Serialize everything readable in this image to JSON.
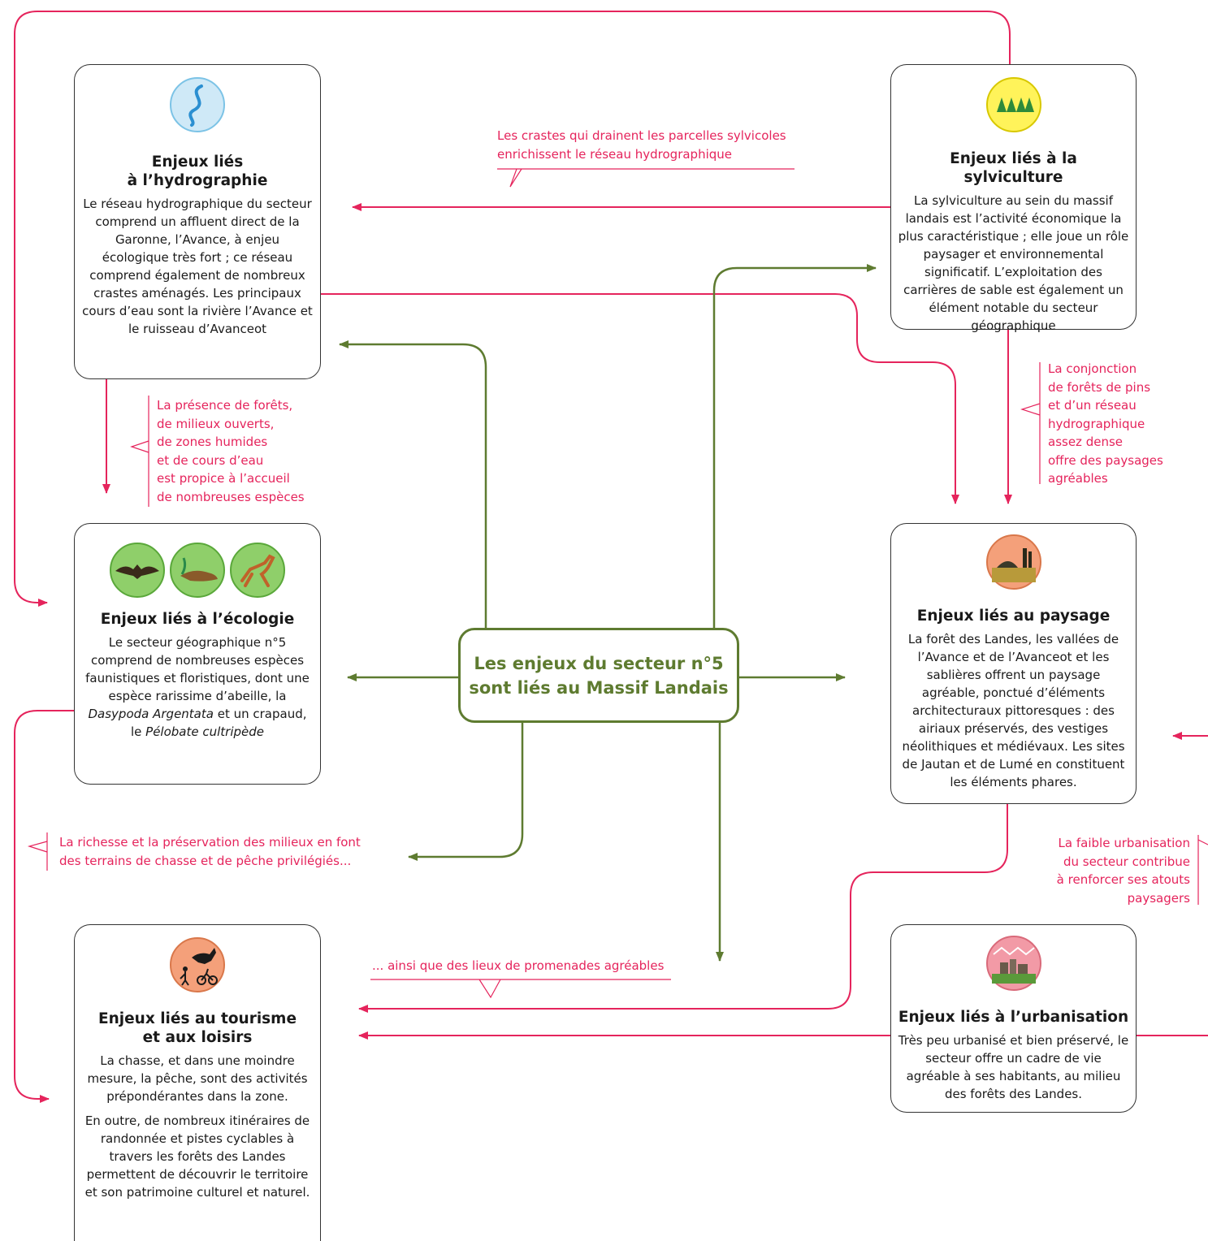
{
  "colors": {
    "red": "#e5245c",
    "green": "#5e7b30",
    "border": "#333333"
  },
  "center": {
    "line1": "Les enjeux du secteur n°5",
    "line2": "sont liés au Massif Landais"
  },
  "boxes": {
    "hydro": {
      "title1": "Enjeux liés",
      "title2": "à l’hydrographie",
      "text": "Le réseau hydrographique du secteur comprend un affluent direct de la Garonne, l’Avance, à enjeu écologique très fort ; ce réseau comprend également de nombreux crastes aménagés. Les principaux cours d’eau sont la rivière l’Avance et le ruisseau d’Avanceot",
      "icon": "water-icon"
    },
    "sylvi": {
      "title": "Enjeux liés à la sylviculture",
      "text": "La sylviculture au sein du massif landais est l’activité économique la plus caractéristique ; elle joue un rôle paysager et environnemental significatif. L’exploitation des carrières de sable est également un élément notable du secteur géographique",
      "icon": "pine-trees-icon"
    },
    "eco": {
      "title": "Enjeux liés à l’écologie",
      "text_a": "Le secteur géographique n°5 comprend de nombreuses espèces faunistiques et floristiques, dont une espèce rarissime d’abeille, la ",
      "italic1": "Dasypoda Argentata",
      "text_b": " et un crapaud, le ",
      "italic2": "Pélobate cultripède",
      "icons": [
        "bat-icon",
        "otter-icon",
        "deer-icon"
      ]
    },
    "paysage": {
      "title": "Enjeux liés au paysage",
      "text": "La forêt des Landes, les vallées de l’Avance et de l’Avanceot et les sablières offrent un paysage agréable, ponctué d’éléments architecturaux pittoresques : des airiaux préservés, des vestiges néolithiques et médiévaux. Les sites de Jautan et de Lumé en constituent les éléments phares.",
      "icon": "landscape-icon"
    },
    "tourisme": {
      "title1": "Enjeux liés au tourisme",
      "title2": "et aux loisirs",
      "p1": "La chasse, et dans une moindre mesure, la pêche, sont des activités prépondérantes dans la zone.",
      "p2": "En outre, de nombreux itinéraires de randonnée et pistes cyclables à travers les forêts des Landes permettent de découvrir le territoire et son patrimoine culturel et naturel.",
      "icon": "horse-rider-icon"
    },
    "urba": {
      "title": "Enjeux liés à l’urbanisation",
      "text": "Très peu urbanisé et bien préservé, le secteur offre un cadre de vie agréable à ses habitants, au milieu des forêts des Landes.",
      "icon": "town-icon"
    }
  },
  "notes": {
    "crastes": [
      "Les crastes qui drainent les parcelles sylvicoles",
      "enrichissent le réseau hydrographique"
    ],
    "presence": [
      "La présence de forêts,",
      "de milieux ouverts,",
      "de zones humides",
      "et de cours d’eau",
      "est propice à l’accueil",
      "de nombreuses espèces"
    ],
    "conjonction": [
      "La conjonction",
      "de forêts de pins",
      "et d’un réseau",
      "hydrographique",
      "assez dense",
      "offre des paysages",
      "agréables"
    ],
    "richesse": [
      "La richesse et la préservation des milieux en font",
      "des terrains de chasse et de pêche privilégiés..."
    ],
    "faible": [
      "La faible urbanisation",
      "du secteur contribue",
      "à renforcer ses atouts",
      "paysagers"
    ],
    "promenades": [
      "... ainsi que des lieux de promenades agréables"
    ]
  }
}
